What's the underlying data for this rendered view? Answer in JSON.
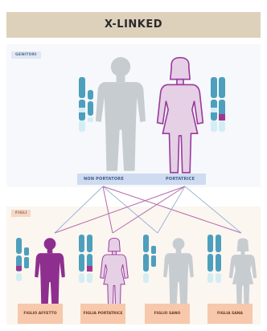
{
  "title": "X-LINKED",
  "sections": {
    "parents_label": "GENITORI",
    "children_label": "FIGLI"
  },
  "parents": [
    {
      "label": "NON PORTATORE",
      "sex": "male",
      "status": "non-carrier"
    },
    {
      "label": "PORTATRICE",
      "sex": "female",
      "status": "carrier"
    }
  ],
  "children": [
    {
      "label": "FIGLIO AFFETTO",
      "sex": "male",
      "status": "affected"
    },
    {
      "label": "FIGLIA PORTATRICE",
      "sex": "female",
      "status": "carrier"
    },
    {
      "label": "FIGLIO SANO",
      "sex": "male",
      "status": "healthy"
    },
    {
      "label": "FIGLIA SANA",
      "sex": "female",
      "status": "healthy"
    }
  ],
  "colors": {
    "title_band": "#ddd1bc",
    "silhouette_neutral": "#c7ccd1",
    "silhouette_carrier_fill": "#e5d0e6",
    "silhouette_carrier_outline": "#9a3b9c",
    "affected": "#8e2f8f",
    "chromosome_x": "#4d9fbd",
    "chromosome_light": "#d3edf5",
    "mutation_mark": "#a2378f",
    "cross_line_blue": "#9bb7d4",
    "cross_line_purple": "#b46aaa",
    "child_label_box": "#f7c8ab"
  }
}
